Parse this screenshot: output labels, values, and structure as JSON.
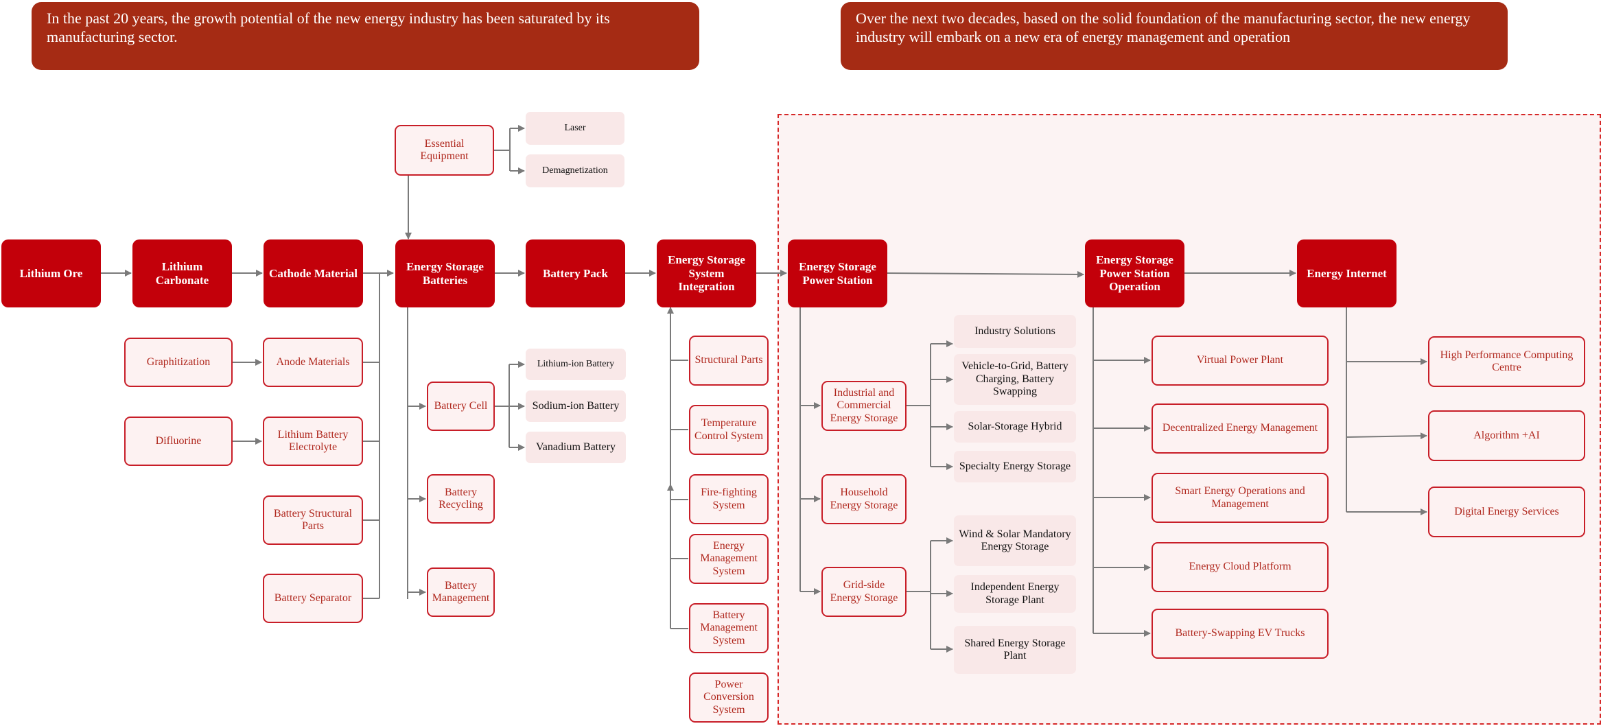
{
  "colors": {
    "banner": "#a52b14",
    "primary": "#c3000a",
    "outline": "#c81e28",
    "soft": "#f9e8e8",
    "connector": "#7a7a7a",
    "dashed_region": "#d62828"
  },
  "banners": {
    "past": "In the past 20 years, the growth potential of the new energy industry has been saturated by its manufacturing sector.",
    "future": "Over the next two decades, based on the solid foundation of the manufacturing sector, the new energy industry will embark on a new era of energy management and operation"
  },
  "chain": {
    "lithium_ore": "Lithium Ore",
    "lithium_carbonate": "Lithium Carbonate",
    "cathode_material": "Cathode Material",
    "energy_storage_batteries": "Energy Storage Batteries",
    "battery_pack": "Battery Pack",
    "system_integration": "Energy Storage System Integration",
    "power_station": "Energy Storage Power Station",
    "station_operation": "Energy Storage Power Station Operation",
    "energy_internet": "Energy Internet"
  },
  "materials": {
    "graphitization": "Graphitization",
    "difluorine": "Difluorine",
    "anode_materials": "Anode Materials",
    "electrolyte": "Lithium Battery Electrolyte",
    "structural_parts": "Battery Structural Parts",
    "separator": "Battery Separator"
  },
  "equipment": {
    "essential": "Essential Equipment",
    "laser": "Laser",
    "demagnetization": "Demagnetization"
  },
  "battery_branch": {
    "cell": "Battery Cell",
    "recycling": "Battery Recycling",
    "management": "Battery Management",
    "lithium_ion": "Lithium-ion Battery",
    "sodium_ion": "Sodium-ion Battery",
    "vanadium": "Vanadium Battery"
  },
  "integration_parts": {
    "structural": "Structural Parts",
    "temperature": "Temperature Control System",
    "fire": "Fire-fighting System",
    "ems": "Energy Management System",
    "bms": "Battery Management System",
    "pcs": "Power Conversion System"
  },
  "station_branch": {
    "industrial": "Industrial and Commercial Energy Storage",
    "household": "Household Energy Storage",
    "grid": "Grid-side Energy Storage",
    "industry_solutions": "Industry Solutions",
    "v2g": "Vehicle-to-Grid, Battery Charging, Battery Swapping",
    "solar_storage": "Solar-Storage Hybrid",
    "specialty": "Specialty Energy Storage",
    "wind_solar": "Wind & Solar Mandatory Energy Storage",
    "independent": "Independent Energy Storage Plant",
    "shared": "Shared Energy Storage Plant"
  },
  "operation_branch": {
    "vpp": "Virtual Power Plant",
    "decentralized": "Decentralized Energy Management",
    "smart_ops": "Smart Energy Operations and Management",
    "cloud": "Energy Cloud Platform",
    "swapping_trucks": "Battery-Swapping EV Trucks"
  },
  "internet_branch": {
    "hpc": "High Performance Computing Centre",
    "ai": "Algorithm +AI",
    "digital": "Digital Energy Services"
  }
}
